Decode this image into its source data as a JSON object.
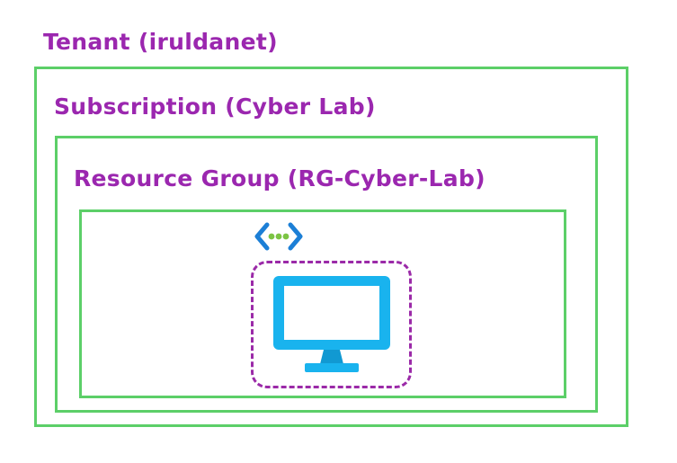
{
  "tenant": {
    "label": "Tenant (iruldanet)"
  },
  "subscription": {
    "label": "Subscription (Cyber Lab)"
  },
  "resource_group": {
    "label": "Resource Group (RG-Cyber-Lab)"
  },
  "resources": [
    {
      "icon": "virtual-network-icon"
    },
    {
      "icon": "virtual-machine-icon"
    }
  ],
  "colors": {
    "label": "#9b27af",
    "container_border": "#5ccf68",
    "vm_boundary": "#9b2aa8",
    "monitor": "#19b3ee",
    "vnet_bracket": "#1c7fd6",
    "vnet_dots": "#7cc444"
  }
}
